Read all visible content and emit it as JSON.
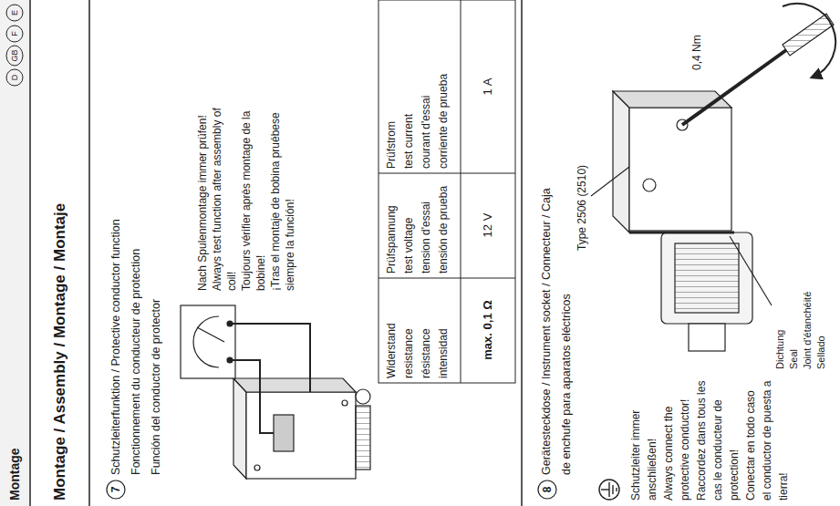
{
  "diagram": {
    "title": "Montage / Assembly / Montage / Montaje",
    "labels": [
      "Montage",
      "D",
      "GB",
      "F",
      "E",
      "7",
      "Schutzleiterfunktion / Protective conductor function",
      "Fonctionnement du conducteur de protection",
      "Función del conductor de protector",
      "Nach Spulenmontage immer prüfen!",
      "Always test function after assembly of coil!",
      "Toujours vérifier après montage de la bobine!",
      "¡Tras el montaje de bobina pruébese siempre la función!",
      "Widerstand",
      "resistance",
      "résistance",
      "intensidad",
      "Prüfspannung",
      "test voltage",
      "tension d'essai",
      "tensión de prueba",
      "Prüfstrom",
      "test current",
      "courant d'essai",
      "corriente de prueba",
      "max. 0,1 Ω",
      "12 V",
      "1 A",
      "8",
      "Gerätesteckdose / Instrument socket / Connecteur / Caja",
      "de enchufe para aparatos eléctricos",
      "Schutzleiter immer anschließen!",
      "Always connect the protective conductor!",
      "Raccordez dans tous les cas le conducteur de protection!",
      "Conectar en todo caso el conductor de puesta a tierra!",
      "Type 2506 (2510)",
      "0,4 Nm",
      "Dichtung",
      "Seal",
      "Joint d'étanchéité",
      "Sellado"
    ]
  }
}
